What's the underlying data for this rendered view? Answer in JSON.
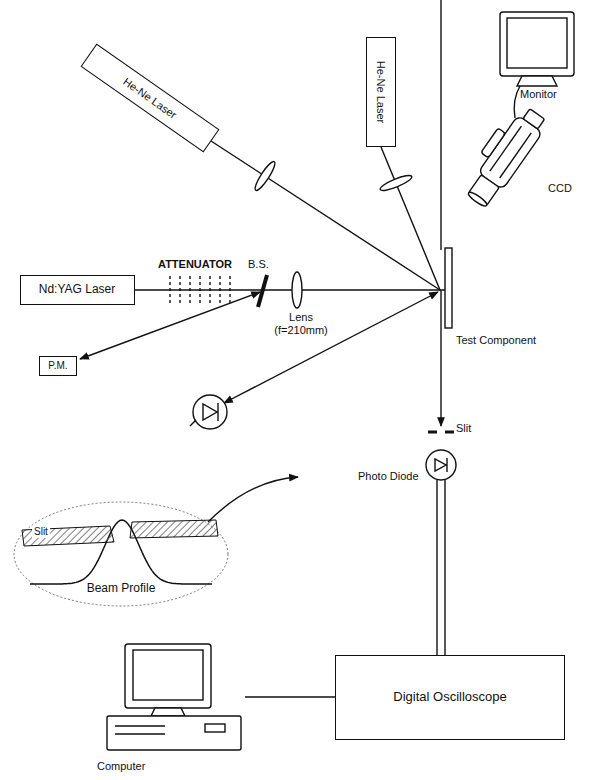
{
  "diagram": {
    "nodes": [
      {
        "text": [
          "He-Ne Laser"
        ]
      },
      {
        "text": [
          "He-Ne Laser"
        ]
      },
      {
        "text": [
          "Nd:YAG Laser"
        ]
      },
      {
        "text": [
          "P.M."
        ]
      },
      {
        "text": [
          "Slit",
          "Beam Profile"
        ]
      },
      {
        "text": [
          "Digital Oscilloscope"
        ]
      },
      {
        "text": [
          "Computer"
        ]
      }
    ],
    "edges": [
      {
        "from": 6,
        "to": 5,
        "arrow": "none"
      }
    ],
    "labels": [
      "Monitor",
      "CCD",
      "ATTENUATOR",
      "B.S.",
      "Lens (f=210mm)",
      "Test Component",
      "Slit",
      "Photo Diode"
    ]
  }
}
